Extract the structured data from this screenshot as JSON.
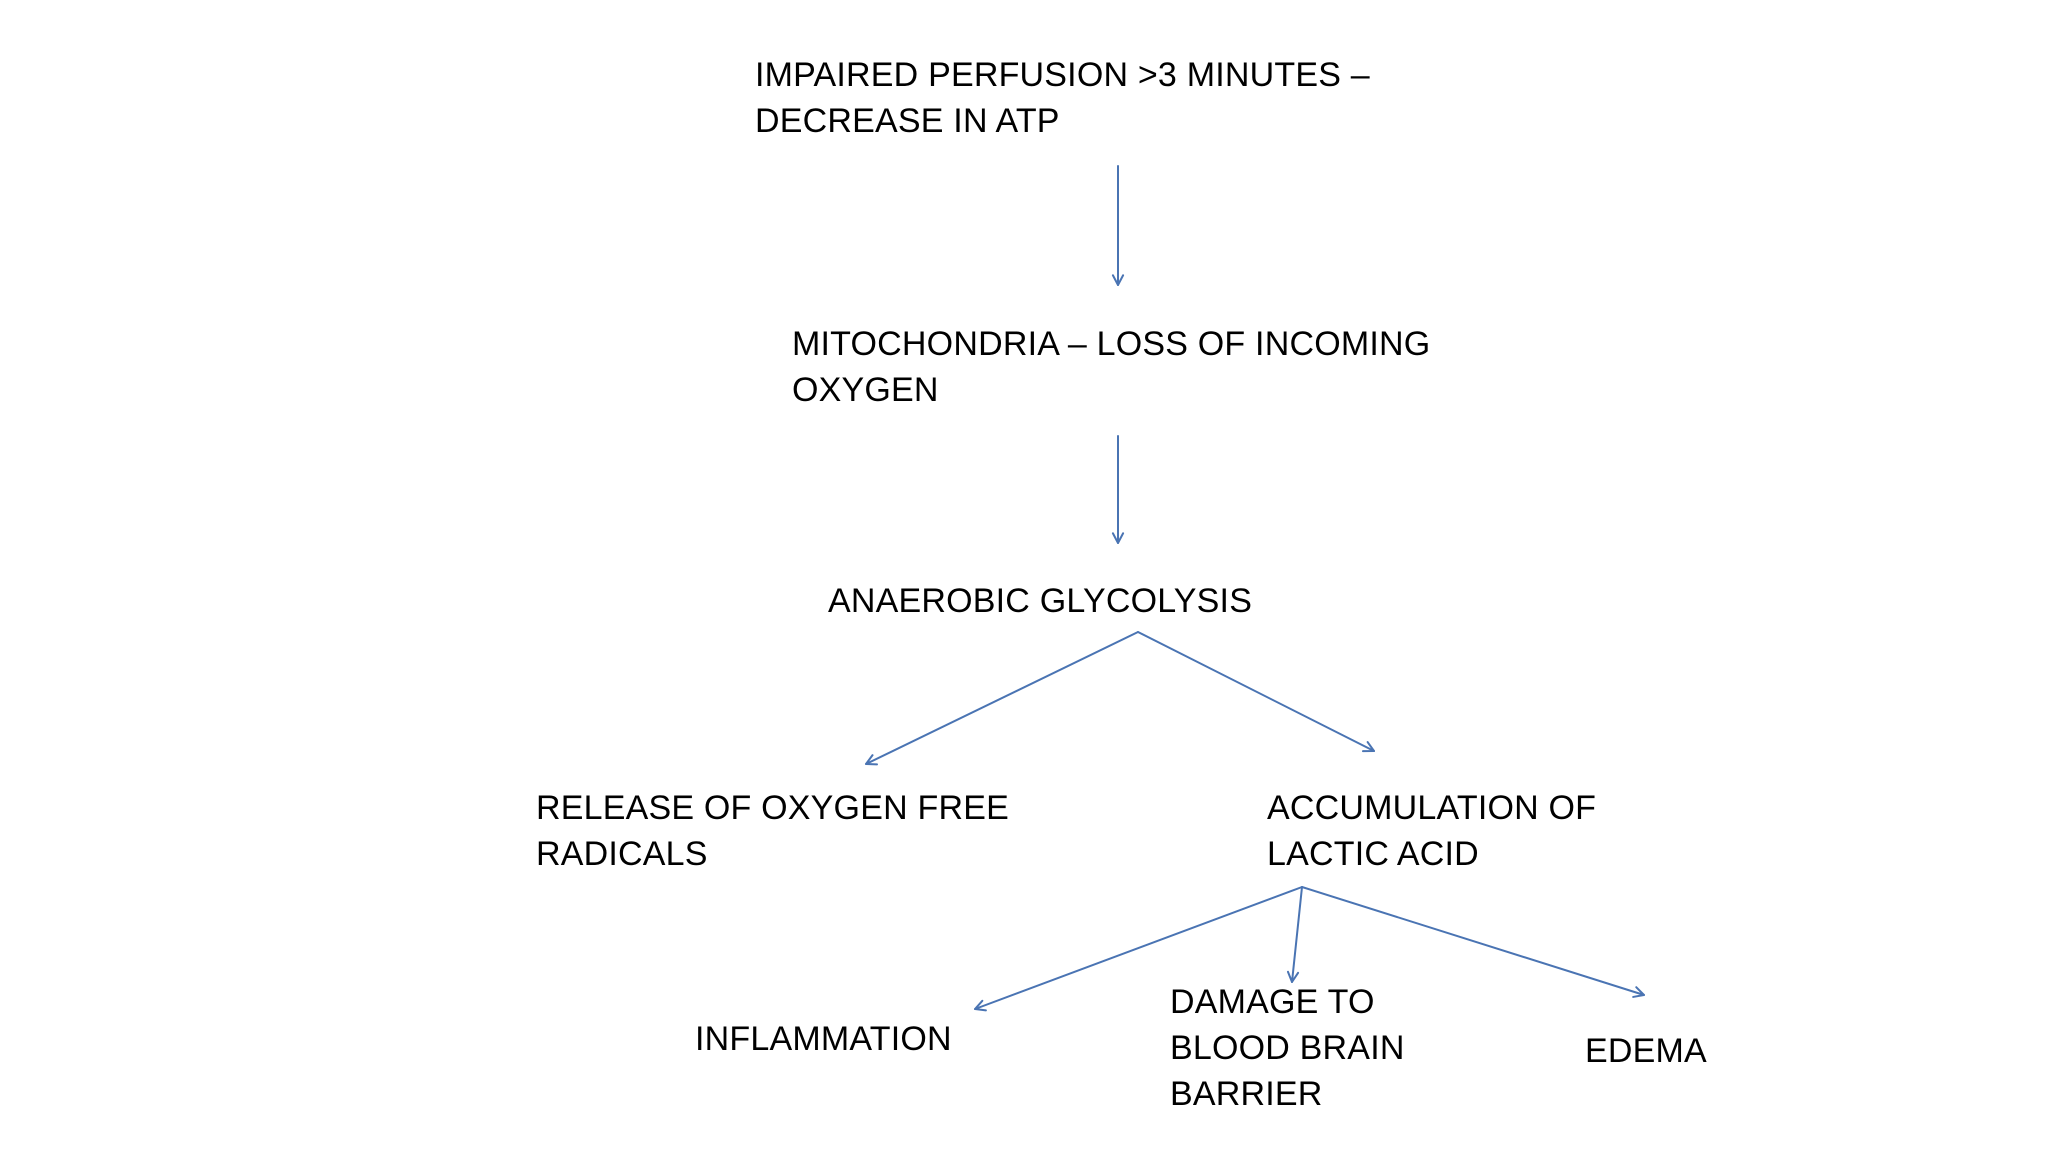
{
  "colors": {
    "arrow": "#4a74b3",
    "text": "#000000",
    "background": "#ffffff"
  },
  "nodes": {
    "impaired_perfusion": {
      "lines": [
        "IMPAIRED PERFUSION >3 MINUTES –",
        "DECREASE IN ATP"
      ]
    },
    "mitochondria": {
      "lines": [
        "MITOCHONDRIA – LOSS OF INCOMING",
        "OXYGEN"
      ]
    },
    "anaerobic_glycolysis": {
      "lines": [
        "ANAEROBIC GLYCOLYSIS"
      ]
    },
    "oxygen_free_radicals": {
      "lines": [
        "RELEASE OF OXYGEN FREE",
        "RADICALS"
      ]
    },
    "lactic_acid": {
      "lines": [
        "ACCUMULATION OF",
        "LACTIC ACID"
      ]
    },
    "inflammation": {
      "lines": [
        "INFLAMMATION"
      ]
    },
    "bbb_damage": {
      "lines": [
        "DAMAGE TO",
        "BLOOD BRAIN",
        "BARRIER"
      ]
    },
    "edema": {
      "lines": [
        "EDEMA"
      ]
    }
  },
  "edges": [
    {
      "from": "impaired_perfusion",
      "to": "mitochondria"
    },
    {
      "from": "mitochondria",
      "to": "anaerobic_glycolysis"
    },
    {
      "from": "anaerobic_glycolysis",
      "to": "oxygen_free_radicals"
    },
    {
      "from": "anaerobic_glycolysis",
      "to": "lactic_acid"
    },
    {
      "from": "lactic_acid",
      "to": "inflammation"
    },
    {
      "from": "lactic_acid",
      "to": "bbb_damage"
    },
    {
      "from": "lactic_acid",
      "to": "edema"
    }
  ]
}
